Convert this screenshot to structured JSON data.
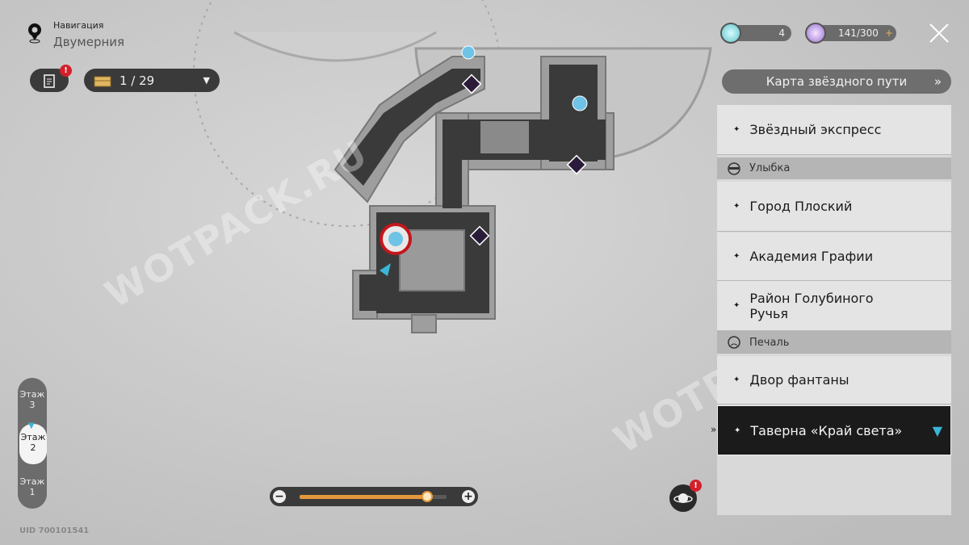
{
  "navigation": {
    "label": "Навигация",
    "location": "Двумерния"
  },
  "chest_counter": {
    "value": "1 / 29"
  },
  "resources": [
    {
      "name": "fuel",
      "value": "4"
    },
    {
      "name": "trailblaze-power",
      "value": "141/300"
    }
  ],
  "star_map_button": "Карта звёздного пути",
  "locations": [
    {
      "type": "item",
      "label": "Звёздный экспресс"
    },
    {
      "type": "header",
      "label": "Улыбка"
    },
    {
      "type": "item",
      "label": "Город Плоский"
    },
    {
      "type": "item",
      "label": "Академия Графии"
    },
    {
      "type": "item",
      "label": "Район Голубиного Ручья"
    },
    {
      "type": "header",
      "label": "Печаль"
    },
    {
      "type": "item",
      "label": "Двор фантаны"
    },
    {
      "type": "item",
      "label": "Таверна «Край света»",
      "selected": true
    }
  ],
  "floors": [
    {
      "label": "Этаж",
      "num": "3"
    },
    {
      "label": "Этаж",
      "num": "2",
      "selected": true
    },
    {
      "label": "Этаж",
      "num": "1"
    }
  ],
  "zoom_level": 0.87,
  "uid": "UID 700101541",
  "watermark": "WOTPACK.RU",
  "colors": {
    "accent": "#e3993c",
    "alert": "#d4202a",
    "selected_bg": "#1b1b1b",
    "cyan": "#3ab6d6"
  }
}
